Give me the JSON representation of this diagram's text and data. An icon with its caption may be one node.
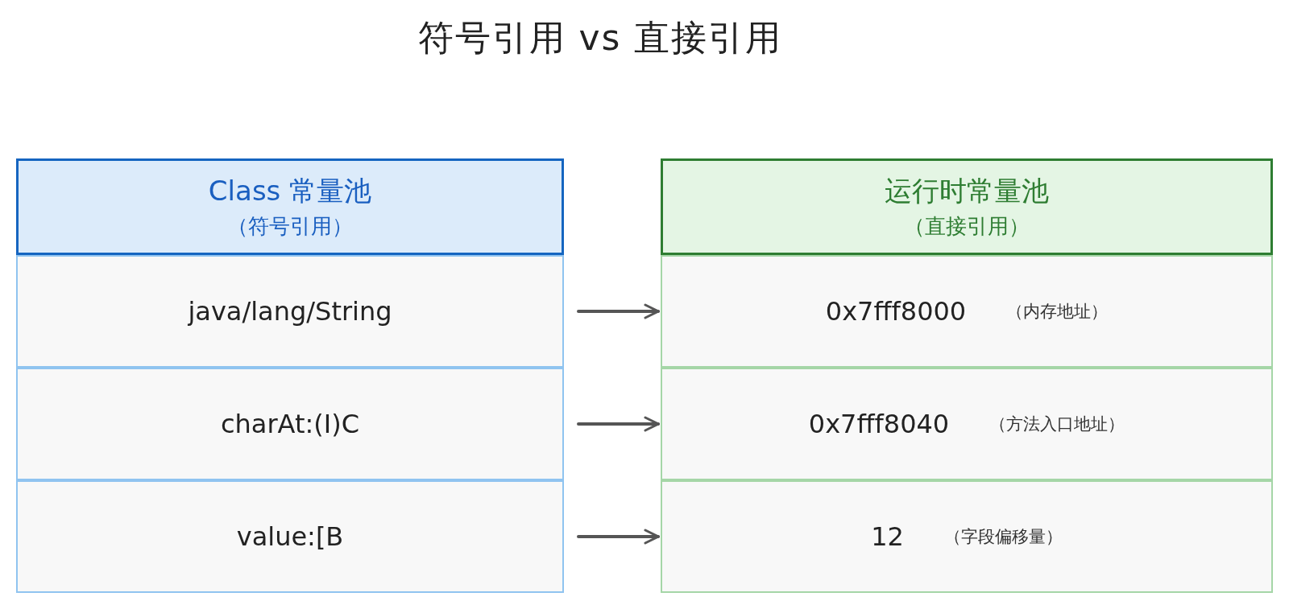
{
  "diagram": {
    "title": "符号引用 vs 直接引用",
    "nodes": [
      {
        "text": [
          "Class 常量池",
          "（符号引用）"
        ]
      },
      {
        "text": [
          "java/lang/String"
        ]
      },
      {
        "text": [
          "charAt:(I)C"
        ]
      },
      {
        "text": [
          "value:[B"
        ]
      },
      {
        "text": [
          "运行时常量池",
          "（直接引用）"
        ]
      },
      {
        "text": [
          "0x7fff8000",
          "（内存地址）"
        ]
      },
      {
        "text": [
          "0x7fff8040",
          "（方法入口地址）"
        ]
      },
      {
        "text": [
          "12",
          "（字段偏移量）"
        ]
      }
    ],
    "edges": [
      {
        "from": 1,
        "to": 5,
        "arrow": "to"
      },
      {
        "from": 2,
        "to": 6,
        "arrow": "to"
      },
      {
        "from": 3,
        "to": 7,
        "arrow": "to"
      }
    ]
  }
}
